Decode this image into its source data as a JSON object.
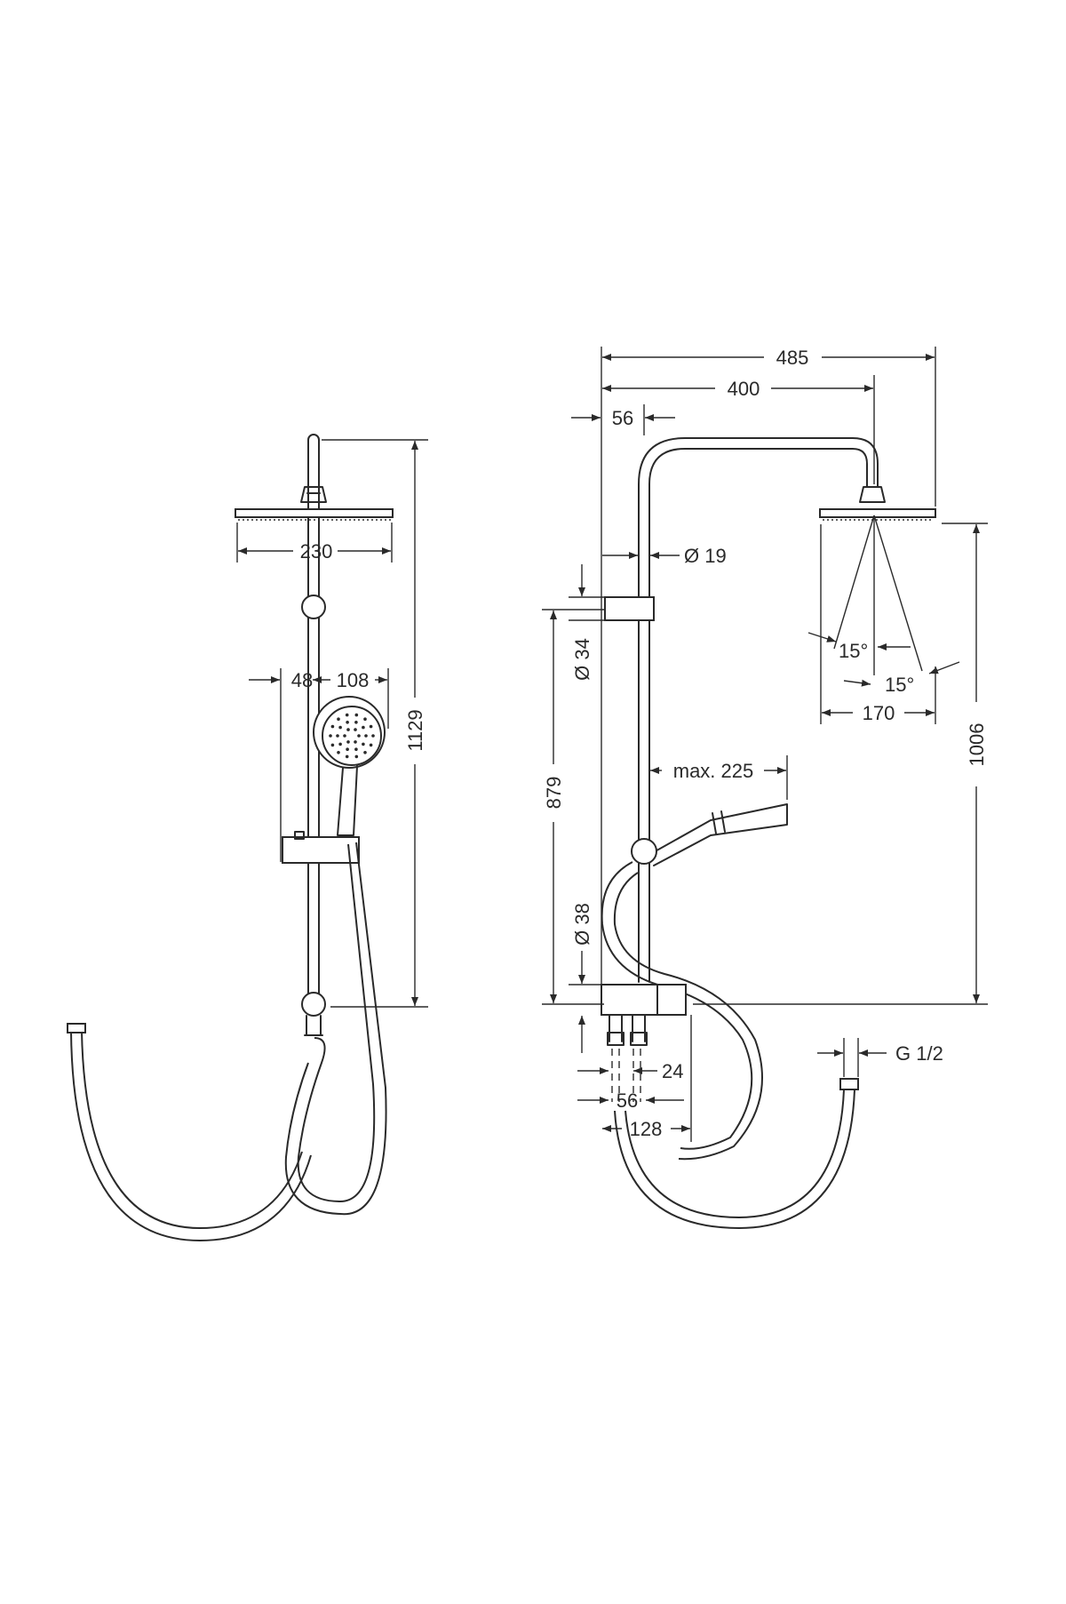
{
  "side_view": {
    "labels": {
      "head_width": "230",
      "handshower_offset": "48",
      "handshower_diameter": "108",
      "total_height": "1129"
    }
  },
  "front_view": {
    "labels": {
      "overall_width": "485",
      "arm_reach": "400",
      "riser_offset": "56",
      "pipe_diameter": "Ø 19",
      "pipe_diameter_34": "Ø 34",
      "pipe_diameter_38": "Ø 38",
      "riser_height": "879",
      "head_height": "1006",
      "angle_left": "15°",
      "angle_right": "15°",
      "spray_width": "170",
      "max_handshower": "max. 225",
      "connection_24": "24",
      "connection_56": "56",
      "connection_128": "128",
      "thread": "G 1/2"
    }
  }
}
